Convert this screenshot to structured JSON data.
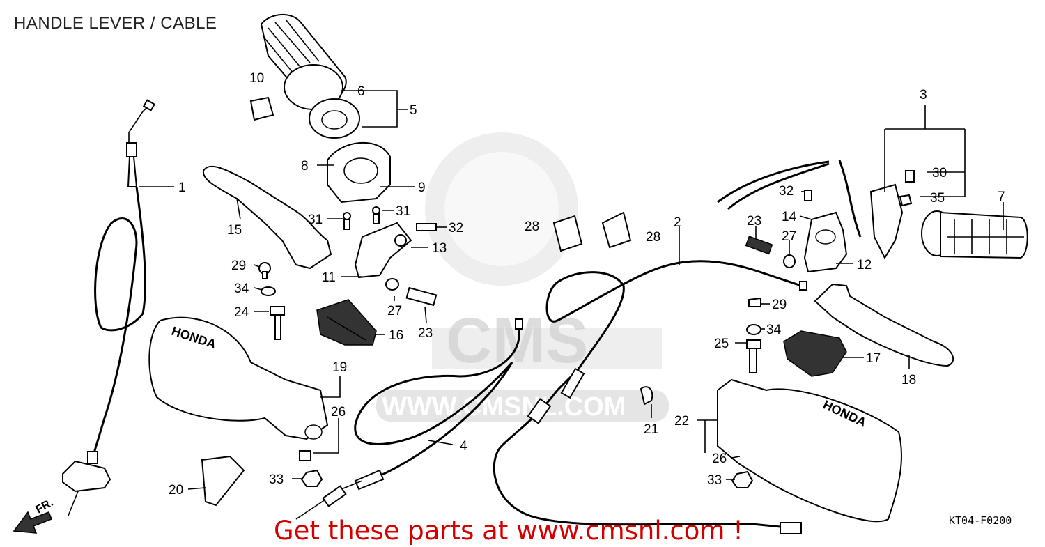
{
  "title": "HANDLE LEVER / CABLE",
  "diagram_code": "KT04-F0200",
  "promo_text": "Get these parts at www.cmsnl.com !",
  "watermark": {
    "brand": "CMS",
    "url": "WWW.CMSNL.COM"
  },
  "brand_marks": [
    "HONDA",
    "HONDA"
  ],
  "direction_label": "FR.",
  "callouts": [
    "1",
    "2",
    "3",
    "4",
    "5",
    "6",
    "7",
    "8",
    "9",
    "10",
    "11",
    "12",
    "13",
    "14",
    "15",
    "16",
    "17",
    "18",
    "19",
    "20",
    "21",
    "22",
    "23",
    "23",
    "24",
    "25",
    "26",
    "26",
    "27",
    "27",
    "28",
    "28",
    "29",
    "29",
    "30",
    "31",
    "31",
    "32",
    "32",
    "33",
    "33",
    "34",
    "34",
    "35"
  ],
  "colors": {
    "promo": "#d40000",
    "watermark": "#cfcfcf",
    "line": "#000000"
  }
}
